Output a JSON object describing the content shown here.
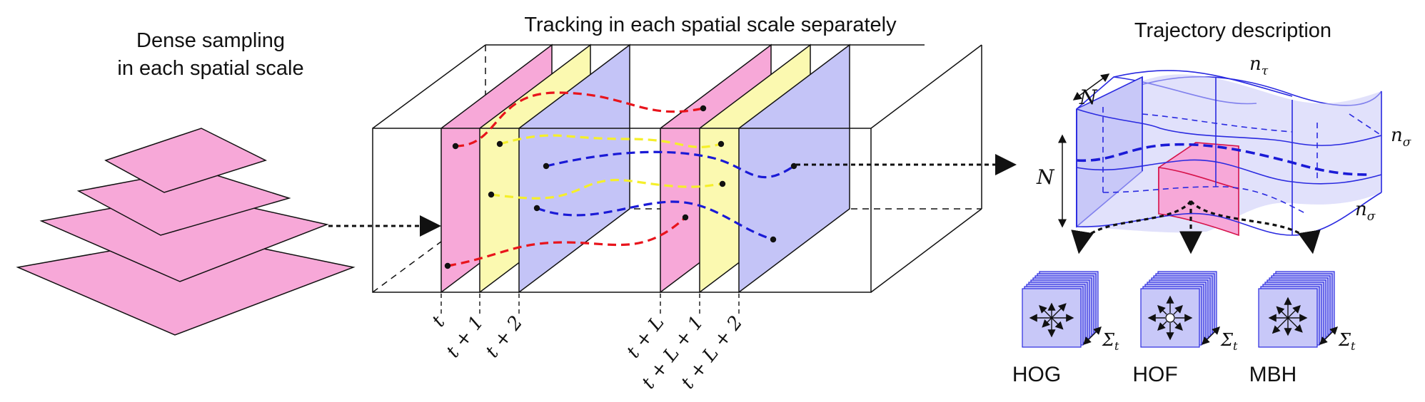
{
  "panels": {
    "sampling": {
      "title_line1": "Dense sampling",
      "title_line2": "in each spatial scale"
    },
    "tracking": {
      "title": "Tracking in each spatial scale separately",
      "frame_labels": [
        "t",
        "t + 1",
        "t + 2",
        "t + L",
        "t + L + 1",
        "t + L + 2"
      ]
    },
    "description": {
      "title": "Trajectory description",
      "dim_labels": {
        "n_width": "N",
        "n_height": "N",
        "n_tau": "n",
        "tau_sub": "τ",
        "n_sigma_top": "n",
        "n_sigma_bottom": "n",
        "sigma_sub": "σ"
      },
      "descriptors": [
        {
          "label": "HOG",
          "sum": "Σ",
          "sum_sub": "t"
        },
        {
          "label": "HOF",
          "sum": "Σ",
          "sum_sub": "t"
        },
        {
          "label": "MBH",
          "sum": "Σ",
          "sum_sub": "t"
        }
      ]
    }
  },
  "colors": {
    "pink_plane": "#f7a8d8",
    "yellow_plane": "#fbf9b0",
    "blue_plane": "#c4c4f7",
    "red_track": "#e8141c",
    "yellow_track": "#f5ef2a",
    "blue_track": "#1a1ad6",
    "cell_blue": "#c8c8f8",
    "cell_pink": "#f7a8d8",
    "cell_red_edge": "#d6124a",
    "outline": "#111111",
    "cube_blue": "#2a2ae0"
  }
}
